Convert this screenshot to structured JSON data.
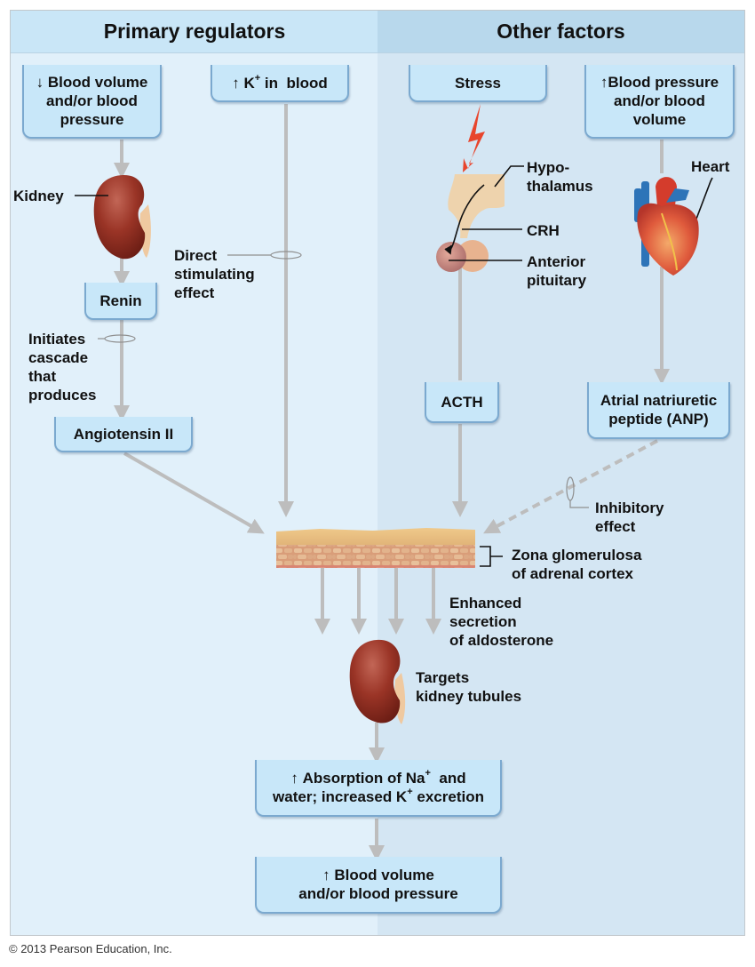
{
  "headers": {
    "left": "Primary regulators",
    "right": "Other factors"
  },
  "boxes": {
    "blood_volume_down": {
      "arrow": "↓",
      "lines": [
        "Blood volume",
        "and/or blood",
        "pressure"
      ]
    },
    "k_in_blood": {
      "arrow": "↑",
      "text_pre": "K",
      "sup": "+",
      "text_post": " in  blood"
    },
    "renin": "Renin",
    "angiotensin": "Angiotensin II",
    "stress": "Stress",
    "blood_pressure_up": {
      "arrow": "↑",
      "lines": [
        "Blood pressure",
        "and/or blood",
        "volume"
      ]
    },
    "acth": "ACTH",
    "anp": [
      "Atrial natriuretic",
      "peptide (ANP)"
    ],
    "absorption": {
      "arrow": "↑",
      "line1_pre": "Absorption of Na",
      "line1_sup": "+",
      "line1_post": "  and",
      "line2_pre": "water; increased K",
      "line2_sup": "+",
      "line2_post": " excretion"
    },
    "blood_volume_up": {
      "arrow": "↑",
      "lines": [
        "Blood volume",
        "and/or blood pressure"
      ]
    }
  },
  "labels": {
    "kidney": "Kidney",
    "direct_effect": [
      "Direct",
      "stimulating",
      "effect"
    ],
    "initiates": [
      "Initiates",
      "cascade",
      "that",
      "produces"
    ],
    "hypothalamus": [
      "Hypo-",
      "thalamus"
    ],
    "crh": "CRH",
    "anterior_pituitary": [
      "Anterior",
      "pituitary"
    ],
    "heart": "Heart",
    "inhibitory": [
      "Inhibitory",
      "effect"
    ],
    "zona": [
      "Zona glomerulosa",
      "of adrenal cortex"
    ],
    "enhanced": [
      "Enhanced",
      "secretion",
      "of aldosterone"
    ],
    "targets": [
      "Targets",
      "kidney tubules"
    ]
  },
  "colors": {
    "arrow": "#bdbdbd",
    "stress_bolt": "#e8452c",
    "box_fill": "#c8e7f9",
    "box_border": "#7ba9cf"
  },
  "copyright": "© 2013 Pearson Education, Inc."
}
